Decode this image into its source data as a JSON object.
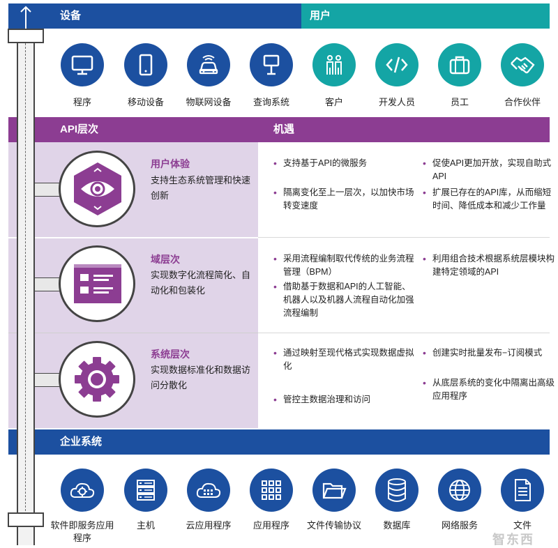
{
  "top": {
    "devices_label": "设备",
    "users_label": "用户",
    "devices": [
      {
        "label": "程序",
        "icon": "monitor-icon"
      },
      {
        "label": "移动设备",
        "icon": "mobile-icon"
      },
      {
        "label": "物联网设备",
        "icon": "connected-car-icon"
      },
      {
        "label": "查询系统",
        "icon": "kiosk-icon"
      }
    ],
    "users": [
      {
        "label": "客户",
        "icon": "customers-icon"
      },
      {
        "label": "开发人员",
        "icon": "code-icon"
      },
      {
        "label": "员工",
        "icon": "briefcase-icon"
      },
      {
        "label": "合作伙伴",
        "icon": "handshake-icon"
      }
    ]
  },
  "middle": {
    "api_layer_label": "API层次",
    "opportunity_label": "机遇",
    "levels": [
      {
        "title": "用户体验",
        "desc": "支持生态系统管理和快速创新",
        "icon": "eye-hexagon-icon",
        "bullets_left": [
          "支持基于API的微服务",
          "隔离变化至上一层次，以加快市场转变速度"
        ],
        "bullets_right": [
          "促使API更加开放，实现自助式API",
          "扩展已存在的API库，从而缩短时间、降低成本和减少工作量"
        ]
      },
      {
        "title": "域层次",
        "desc": "实现数字化流程简化、自动化和包装化",
        "icon": "dashboard-window-icon",
        "bullets_left": [
          "采用流程编制取代传统的业务流程管理（BPM）",
          "借助基于数据和API的人工智能、机器人以及机器人流程自动化加强流程编制"
        ],
        "bullets_right": [
          "利用组合技术根据系统层模块构建特定领域的API"
        ]
      },
      {
        "title": "系统层次",
        "desc": "实现数据标准化和数据访问分散化",
        "icon": "gear-icon",
        "bullets_left": [
          "通过映射至现代格式实现数据虚拟化",
          "管控主数据治理和访问"
        ],
        "bullets_right": [
          "创建实时批量发布−订阅模式",
          "从底层系统的变化中隔离出高级应用程序"
        ]
      }
    ]
  },
  "bottom": {
    "enterprise_label": "企业系统",
    "systems": [
      {
        "label": "软件即服务应用程序",
        "icon": "saas-cloud-gear-icon"
      },
      {
        "label": "主机",
        "icon": "server-icon"
      },
      {
        "label": "云应用程序",
        "icon": "cloud-apps-icon"
      },
      {
        "label": "应用程序",
        "icon": "app-grid-icon"
      },
      {
        "label": "文件传输协议",
        "icon": "folder-icon"
      },
      {
        "label": "数据库",
        "icon": "database-icon"
      },
      {
        "label": "网络服务",
        "icon": "globe-icon"
      },
      {
        "label": "文件",
        "icon": "document-icon"
      }
    ],
    "watermark": "智东西"
  },
  "colors": {
    "blue": "#1c50a0",
    "teal": "#14a5a5",
    "purple": "#8c3d92",
    "lavender": "#e0d4e8"
  }
}
